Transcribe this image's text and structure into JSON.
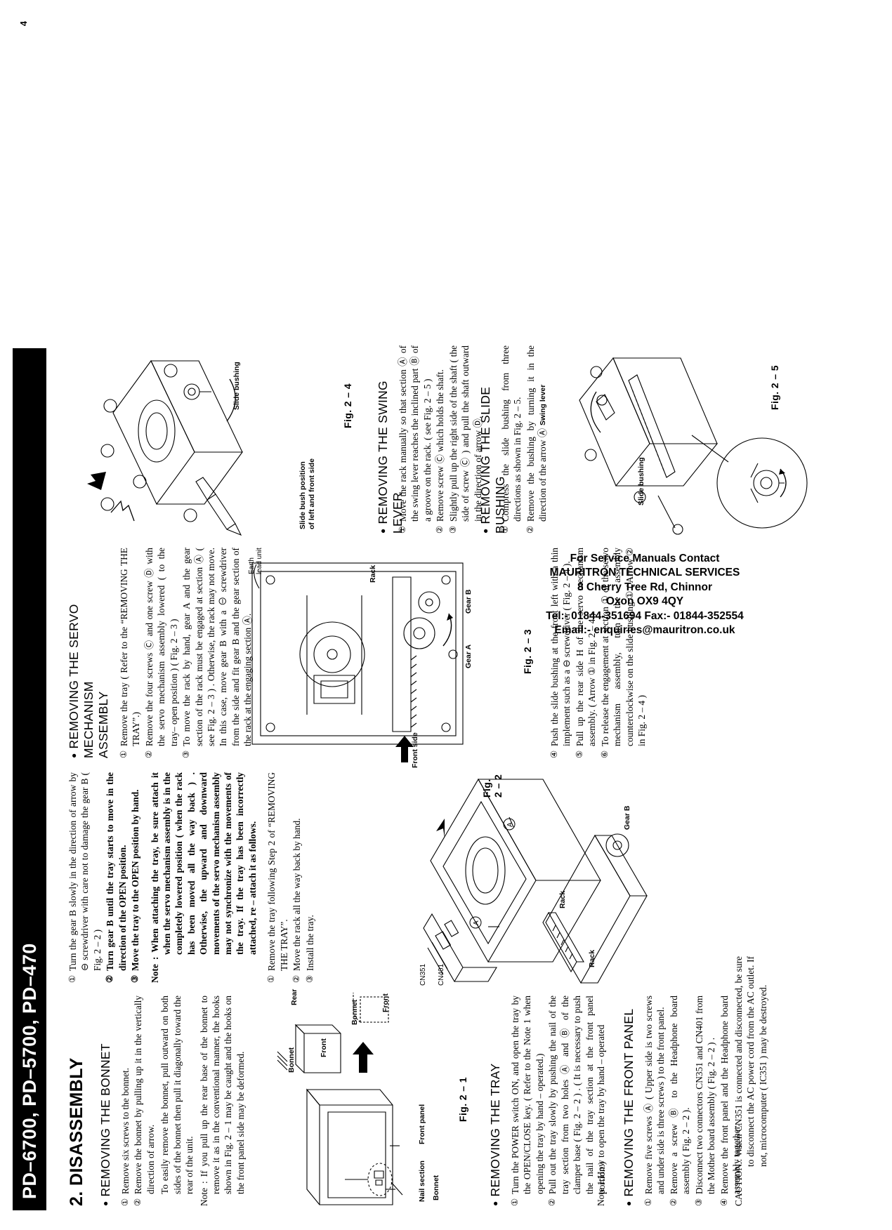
{
  "header": {
    "models": "PD–6700, PD–5700, PD–470",
    "page_number": "4"
  },
  "chapter": {
    "number_title": "2. DISASSEMBLY"
  },
  "sections": {
    "bonnet": {
      "heading": "REMOVING THE BONNET",
      "steps": [
        {
          "mark": "①",
          "text": "Remove six screws to the bonnet."
        },
        {
          "mark": "②",
          "text": "Remove the bonnet by pulling up it in the vertically direction of arrow."
        }
      ],
      "paragraph": "To easily remove the bonnet, pull outward on both sides of the bonnet then pull it diagonally toward the rear of the unit.",
      "note_label": "Note :",
      "note_text": "If you pull up the rear base of the bonnet to remove it as in the conventional manner, the hooks shown in Fig. 2 – 1 may be caught and the hooks on the front panel side may be deformed."
    },
    "tray": {
      "heading": "REMOVING THE TRAY",
      "steps": [
        {
          "mark": "①",
          "text": "Turn the POWER switch ON, and open the tray by the OPEN/CLOSE key. ( Refer to the Note 1 when opening the tray by hand – operated.)"
        },
        {
          "mark": "②",
          "text": "Pull out the tray slowly by pushing the nail of the tray section from two holes Ⓐ and Ⓑ of the clamper base ( Fig. 2 – 2 ) . ( It is necessary to push the nail of the tray section at the front panel portion.)"
        }
      ],
      "note": "Note 1:How to open the tray by hand – operated"
    },
    "front_panel": {
      "heading": "REMOVING THE FRONT PANEL",
      "steps": [
        {
          "mark": "①",
          "text": "Remove five screws Ⓐ ( Upper side is two screws and under side is three screws ) to the front panel."
        },
        {
          "mark": "②",
          "text": "Remove a screw Ⓑ to the Headphone board assembly ( Fig. 2 – 2 )."
        },
        {
          "mark": "③",
          "text": "Disconnect two connectors CN351 and CN401 from the Mother board assembly ( Fig. 2 – 2 ) ."
        },
        {
          "mark": "④",
          "text": "Remove the front panel and the Headphone board assembly together."
        }
      ],
      "caution_label": "CAUTION :",
      "caution_text": "When CN351 is connected and disconnected, be sure to disconnect the AC power cord from the AC outlet. If not, microcomputer ( IC351 ) may be destroyed."
    },
    "servo": {
      "heading": "REMOVING THE SERVO MECHANISM\nASSEMBLY",
      "steps": [
        {
          "mark": "①",
          "text": "Remove the tray ( Refer to the “REMOVING THE TRAY”.)"
        },
        {
          "mark": "②",
          "text": "Remove the four screws Ⓒ and one screw Ⓓ with the servo mechanism assembly lowered ( to the tray– open position ) ( Fig. 2 – 3 )"
        },
        {
          "mark": "③",
          "text": "To move the rack by hand, gear A and the gear section of the rack must be engaged at section Ⓐ ( see Fig. 2 – 3 ) . Otherwise, the rack may not move. In this case, move gear B with a ⊖ screwdriver from the side and fit gear B and the gear section of the rack at the engaging section Ⓐ."
        }
      ],
      "steps2": [
        {
          "mark": "①",
          "text": "Turn the gear B slowly in the direction of arrow by ⊖ screwdriver with care not to damage the gear B ( Fig. 2 – 2 )"
        },
        {
          "mark": "②",
          "text": "Turn gear B until the tray starts to move in the direction of the OPEN position."
        },
        {
          "mark": "③",
          "text": "Move the tray to the OPEN position by hand."
        }
      ],
      "note_label": "Note :",
      "note_text": "When attaching the tray, be sure attach it when the servo mechanism assembly is in the completely lowered position ( when the rack has been moved all the way back ) . Otherwise, the upward and downward movements of the servo mechanism assembly may not synchronize with the movements of the tray. If the tray has been incorrectly attached, re – attach it as follows.",
      "steps3": [
        {
          "mark": "①",
          "text": "Remove the tray following Step 2 of “REMOVING THE TRAY”."
        },
        {
          "mark": "②",
          "text": "Move the rack all the way back by hand."
        },
        {
          "mark": "③",
          "text": "Install the tray."
        }
      ]
    },
    "swing_lever": {
      "heading": "REMOVING THE SWING LEVER",
      "steps": [
        {
          "mark": "①",
          "text": "Move the rack manually so that section Ⓐ of the swing lever reaches the inclined part Ⓑ of a groove on the rack. ( see Fig. 2 – 5 )"
        },
        {
          "mark": "②",
          "text": "Remove screw Ⓒ which holds the shaft."
        },
        {
          "mark": "③",
          "text": "Slightly pull up the right side of the shaft ( the side of screw Ⓒ ) and pull the shaft outward in the direction of arrow Ⓓ."
        }
      ]
    },
    "slide_bushing": {
      "heading": "REMOVING THE SLIDE BUSHING",
      "steps": [
        {
          "mark": "①",
          "text": "Compress the slide bushing from three directions as shown in Fig. 2 – 5."
        },
        {
          "mark": "②",
          "text": "Remove the bushing by turning it in the direction of the arrow Ⓐ"
        }
      ],
      "steps_servo_release": [
        {
          "mark": "④",
          "text": "Push the slide bushing at the front left with a thin implement such as a ⊖ screwdriver ( Fig. 2 – 4 )."
        },
        {
          "mark": "⑤",
          "text": "Pull up the rear side H of the servo mechanism assembly. ( Arrow ① in Fig. 2 – 4 )"
        },
        {
          "mark": "⑥",
          "text": "To release the engagement at section ① of the servo mechanism assembly, turn the assembly counterclockwise on the slide bushing ① ( Arrow ② in Fig. 2 – 4 )"
        }
      ]
    }
  },
  "figures": {
    "fig_2_1": "Fig. 2 – 1",
    "fig_2_2": "Fig. 2 – 2",
    "fig_2_3": "Fig. 2 – 3",
    "fig_2_4": "Fig. 2 – 4",
    "fig_2_5": "Fig. 2 – 5"
  },
  "callouts": {
    "bonnet_1": "Bonnet",
    "bonnet_2": "Bonnet",
    "bonnet_3": "Bonnet",
    "front": "Front",
    "front_2": "Front",
    "rear": "Rear",
    "nail_section": "Nail section",
    "front_panel": "Front panel",
    "cn351": "CN351",
    "cn401": "CN401",
    "rack_a": "Rack",
    "rack_b": "Rack",
    "gear_b_fig2": "Gear B",
    "front_side": "Front side",
    "rack_fig3": "Rack",
    "gear_a": "Gear A",
    "gear_b": "Gear B",
    "earth_lead": "Earth\nlead unit",
    "slide_bushing_f4": "Slide bushing",
    "slide_bush_position": "Slide bush position\nof left and front side",
    "swing_lever": "Swing lever",
    "slide_bushing_f5": "Slide bushing"
  },
  "stamp": {
    "line1": "For Service Manuals Contact",
    "line2": "MAURITRON TECHNICAL SERVICES",
    "line3": "8 Cherry Tree Rd, Chinnor",
    "line4": "Oxon OX9 4QY",
    "line5": "Tel:- 01844-351694 Fax:- 01844-352554",
    "line6": "Email:- enquiries@mauritron.co.uk"
  }
}
